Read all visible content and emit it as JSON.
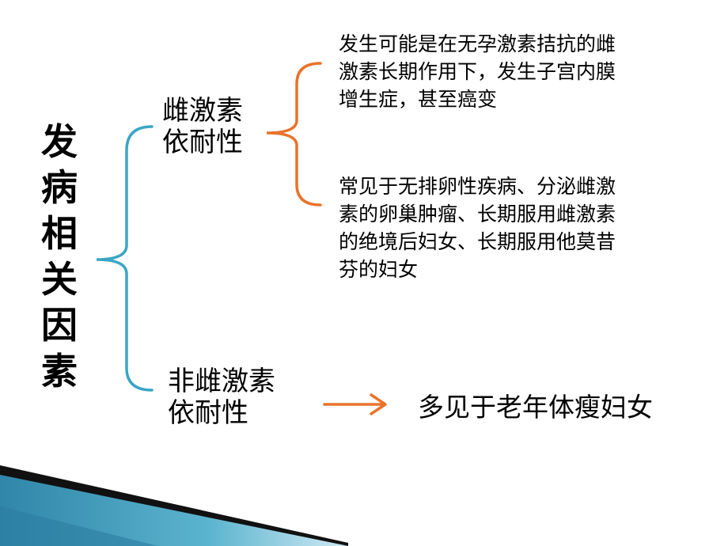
{
  "title": "发病相关因素",
  "branches": [
    {
      "label_lines": [
        "雌激素",
        "依耐性"
      ],
      "notes": [
        [
          "发生可能是在无孕激素拮抗的雌",
          "激素长期作用下，发生子宫内膜",
          "增生症，甚至癌变"
        ],
        [
          "常见于无排卵性疾病、分泌雌激",
          "素的卵巢肿瘤、长期服用雌激素",
          "的绝境后妇女、长期服用他莫昔",
          "芬的妇女"
        ]
      ]
    },
    {
      "label_lines": [
        "非雌激素",
        "依耐性"
      ],
      "result": "多见于老年体瘦妇女"
    }
  ],
  "colors": {
    "blue_bracket": "#3aa6c4",
    "orange_bracket": "#e8732a",
    "arrow": "#e8732a",
    "band_dark": "#0e0e0e",
    "band_teal": "#3b93b4",
    "band_light": "#a8d8e8"
  }
}
